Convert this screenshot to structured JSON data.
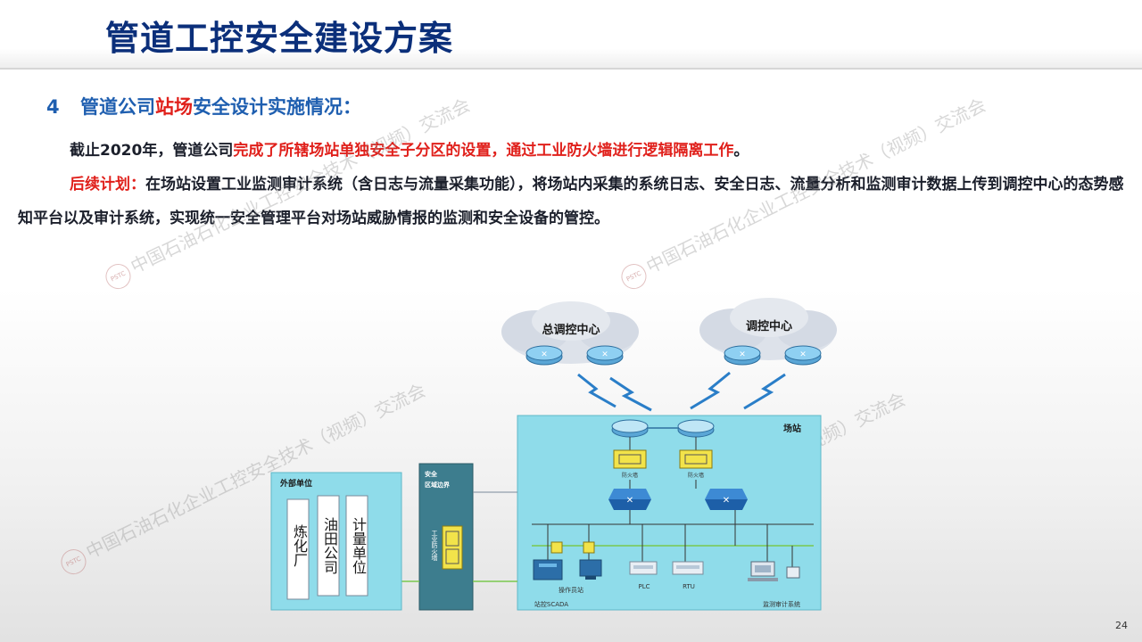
{
  "title": "管道工控安全建设方案",
  "section": {
    "number": "4",
    "prefix": "管道公司",
    "highlight": "站场",
    "suffix": "安全设计实施情况："
  },
  "para1": {
    "a": "截止2020年，管道公司",
    "b": "完成了所辖场站单独安全子分区的设置，通过工业防火墙进行逻辑隔离工作",
    "c": "。"
  },
  "para2": {
    "label": "后续计划：",
    "text": "在场站设置工业监测审计系统（含日志与流量采集功能），将场站内采集的系统日志、安全日志、流量分析和监测审计数据上传到调控中心的态势感知平台以及审计系统，实现统一安全管理平台对场站威胁情报的监测和安全设备的管控。"
  },
  "watermark": "中国石油石化企业工控安全技术（视频）交流会",
  "diagram": {
    "cloud_left": "总调控中心",
    "cloud_right": "调控中心",
    "station": "场站",
    "external": "外部单位",
    "ext_items": [
      "炼化厂",
      "油田公司",
      "计量单位"
    ],
    "security_zone": "安全\n区域边界",
    "firewall_label": "工业防火墙",
    "fw_left_label": "防火墙",
    "fw_right_label": "防火墙",
    "devices": {
      "op_station": "操作员站",
      "scada": "站控SCADA",
      "plc": "PLC",
      "rtu": "RTU",
      "audit": "监测审计系统"
    }
  },
  "page_number": "24"
}
